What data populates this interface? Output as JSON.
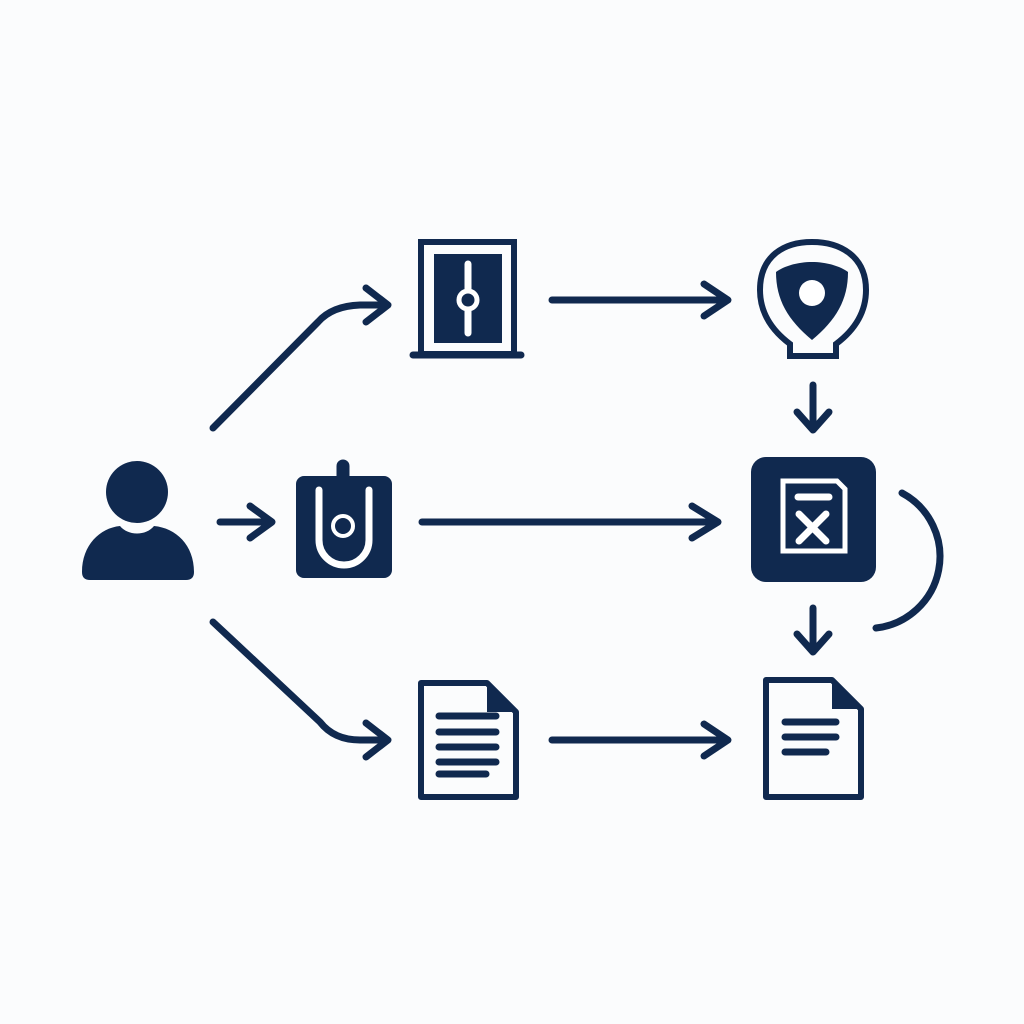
{
  "colors": {
    "ink": "#10294f",
    "background": "#fbfcfd"
  },
  "nodes": [
    {
      "id": "user",
      "icon": "user-icon"
    },
    {
      "id": "safe",
      "icon": "safe-icon"
    },
    {
      "id": "location",
      "icon": "location-pin-shield-icon"
    },
    {
      "id": "plug",
      "icon": "plug-icon"
    },
    {
      "id": "rejected-doc",
      "icon": "document-x-icon"
    },
    {
      "id": "doc-left",
      "icon": "document-icon"
    },
    {
      "id": "doc-right",
      "icon": "document-icon"
    }
  ],
  "edges": [
    [
      "user",
      "safe"
    ],
    [
      "user",
      "plug"
    ],
    [
      "user",
      "doc-left"
    ],
    [
      "safe",
      "location"
    ],
    [
      "location",
      "rejected-doc"
    ],
    [
      "plug",
      "rejected-doc"
    ],
    [
      "rejected-doc",
      "doc-right"
    ],
    [
      "doc-left",
      "doc-right"
    ]
  ]
}
